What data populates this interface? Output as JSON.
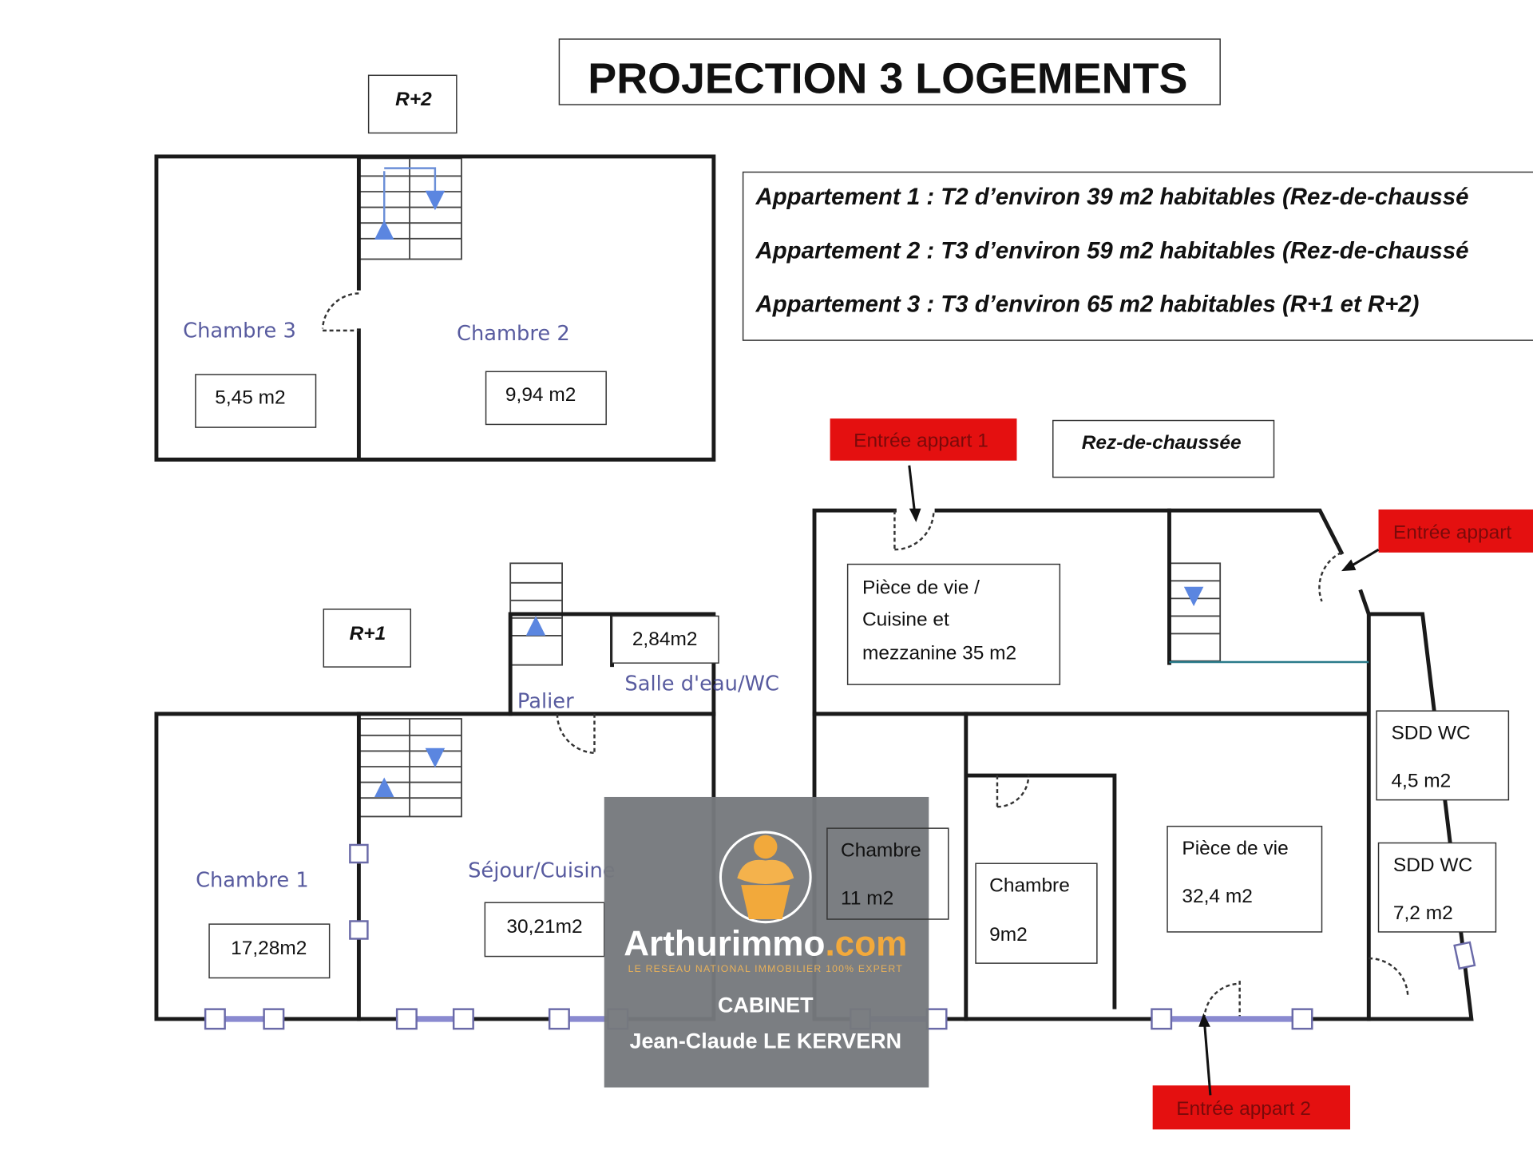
{
  "title": "PROJECTION 3 LOGEMENTS",
  "summary": [
    "Appartement 1 : T2 d’environ 39 m2 habitables (Rez-de-chaussé",
    "Appartement 2 : T3 d’environ 59 m2 habitables (Rez-de-chaussé",
    "Appartement 3 : T3 d’environ 65 m2 habitables (R+1 et R+2)"
  ],
  "levels": {
    "r2": "R+2",
    "r1": "R+1",
    "rdc": "Rez-de-chaussée"
  },
  "r2": {
    "chambre3": {
      "name": "Chambre 3",
      "area": "5,45 m2"
    },
    "chambre2": {
      "name": "Chambre 2",
      "area": "9,94 m2"
    }
  },
  "r1": {
    "chambre1": {
      "name": "Chambre 1",
      "area": "17,28m2"
    },
    "sejour": {
      "name": "Séjour/Cuisine",
      "area": "30,21m2"
    },
    "palier": "Palier",
    "sde": {
      "name": "Salle d'eau/WC",
      "area": "2,84m2"
    }
  },
  "rdc": {
    "piece_vie_1": [
      "Pièce de vie /",
      "Cuisine et",
      "mezzanine 35 m2"
    ],
    "chambre_11": [
      "Chambre",
      "11 m2"
    ],
    "chambre_9": [
      "Chambre",
      "9m2"
    ],
    "piece_vie_2": [
      "Pièce de vie",
      "32,4 m2"
    ],
    "sdd_1": [
      "SDD WC",
      "4,5 m2"
    ],
    "sdd_2": [
      "SDD WC",
      "7,2 m2"
    ]
  },
  "entrances": {
    "e1": "Entrée appart 1",
    "e3": "Entrée appart",
    "e2": "Entrée appart 2"
  },
  "watermark": {
    "brand": "Arthurimmo",
    "brand_suffix": ".com",
    "tagline": "LE RESEAU NATIONAL IMMOBILIER 100% EXPERT",
    "line1": "CABINET",
    "line2": "Jean-Claude LE KERVERN"
  },
  "colors": {
    "entrance_red": "#e41010",
    "brand_orange": "#f2a93b",
    "watermark_gray": "#76797d"
  }
}
